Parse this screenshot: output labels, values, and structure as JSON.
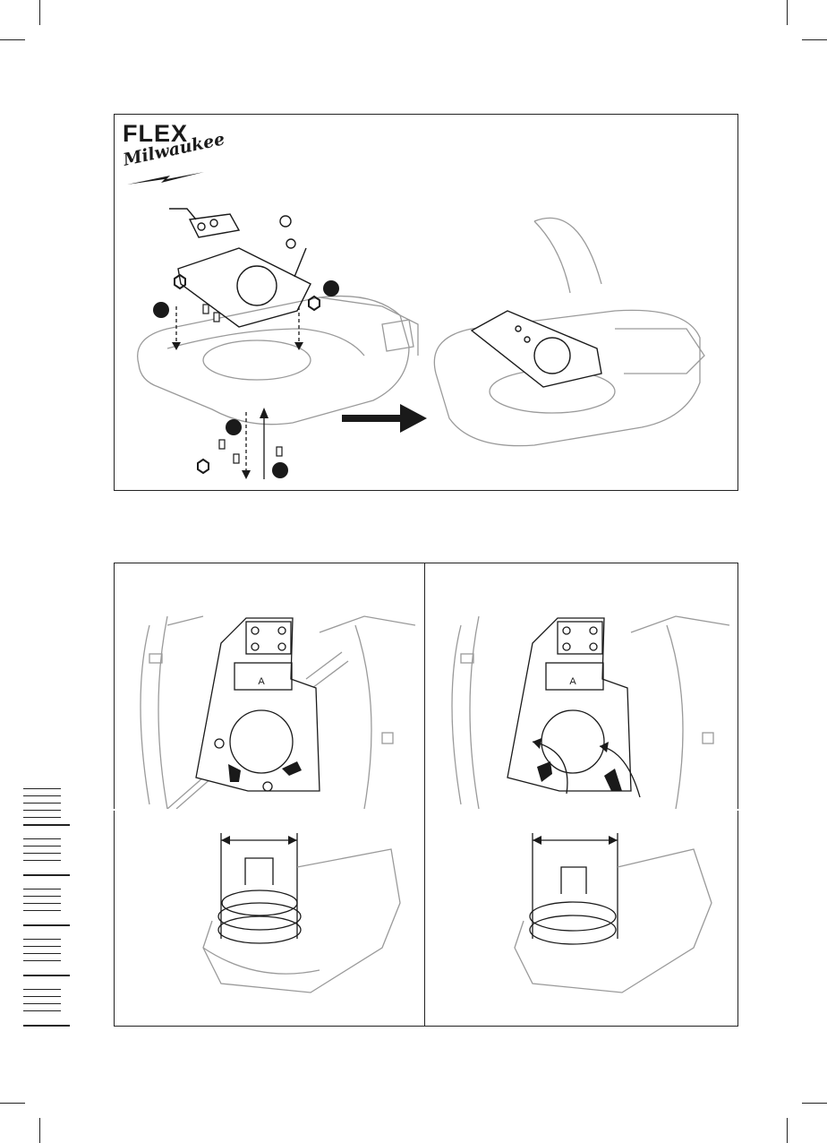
{
  "brands": {
    "flex": "FLEX",
    "milwaukee": "Milwaukee"
  },
  "figures": [
    {
      "id": "fig-1",
      "description_markers": [
        "screw-step-markers",
        "torx-icons"
      ]
    },
    {
      "id": "fig-2-left"
    },
    {
      "id": "fig-2-right"
    }
  ],
  "labels": {
    "dimension_marker": "A"
  }
}
